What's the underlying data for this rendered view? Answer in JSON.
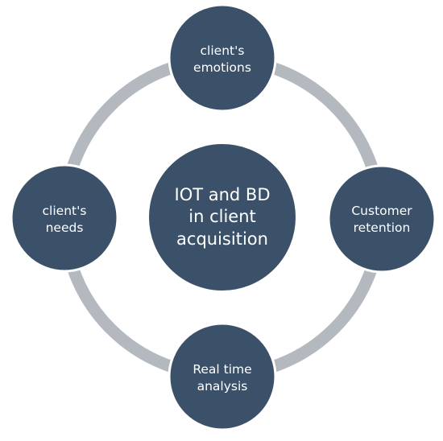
{
  "diagram": {
    "center": {
      "lines": [
        "IOT and BD",
        "in client",
        "acquisition"
      ]
    },
    "nodes": {
      "top": {
        "lines": [
          "client's",
          "emotions"
        ]
      },
      "right": {
        "lines": [
          "Customer",
          "retention"
        ]
      },
      "bottom": {
        "lines": [
          "Real time",
          "analysis"
        ]
      },
      "left": {
        "lines": [
          "client's",
          "needs"
        ]
      }
    }
  },
  "colors": {
    "node_fill": "#3b5169",
    "ring": "#b4b9bf",
    "text": "#ffffff",
    "background": "#ffffff"
  }
}
